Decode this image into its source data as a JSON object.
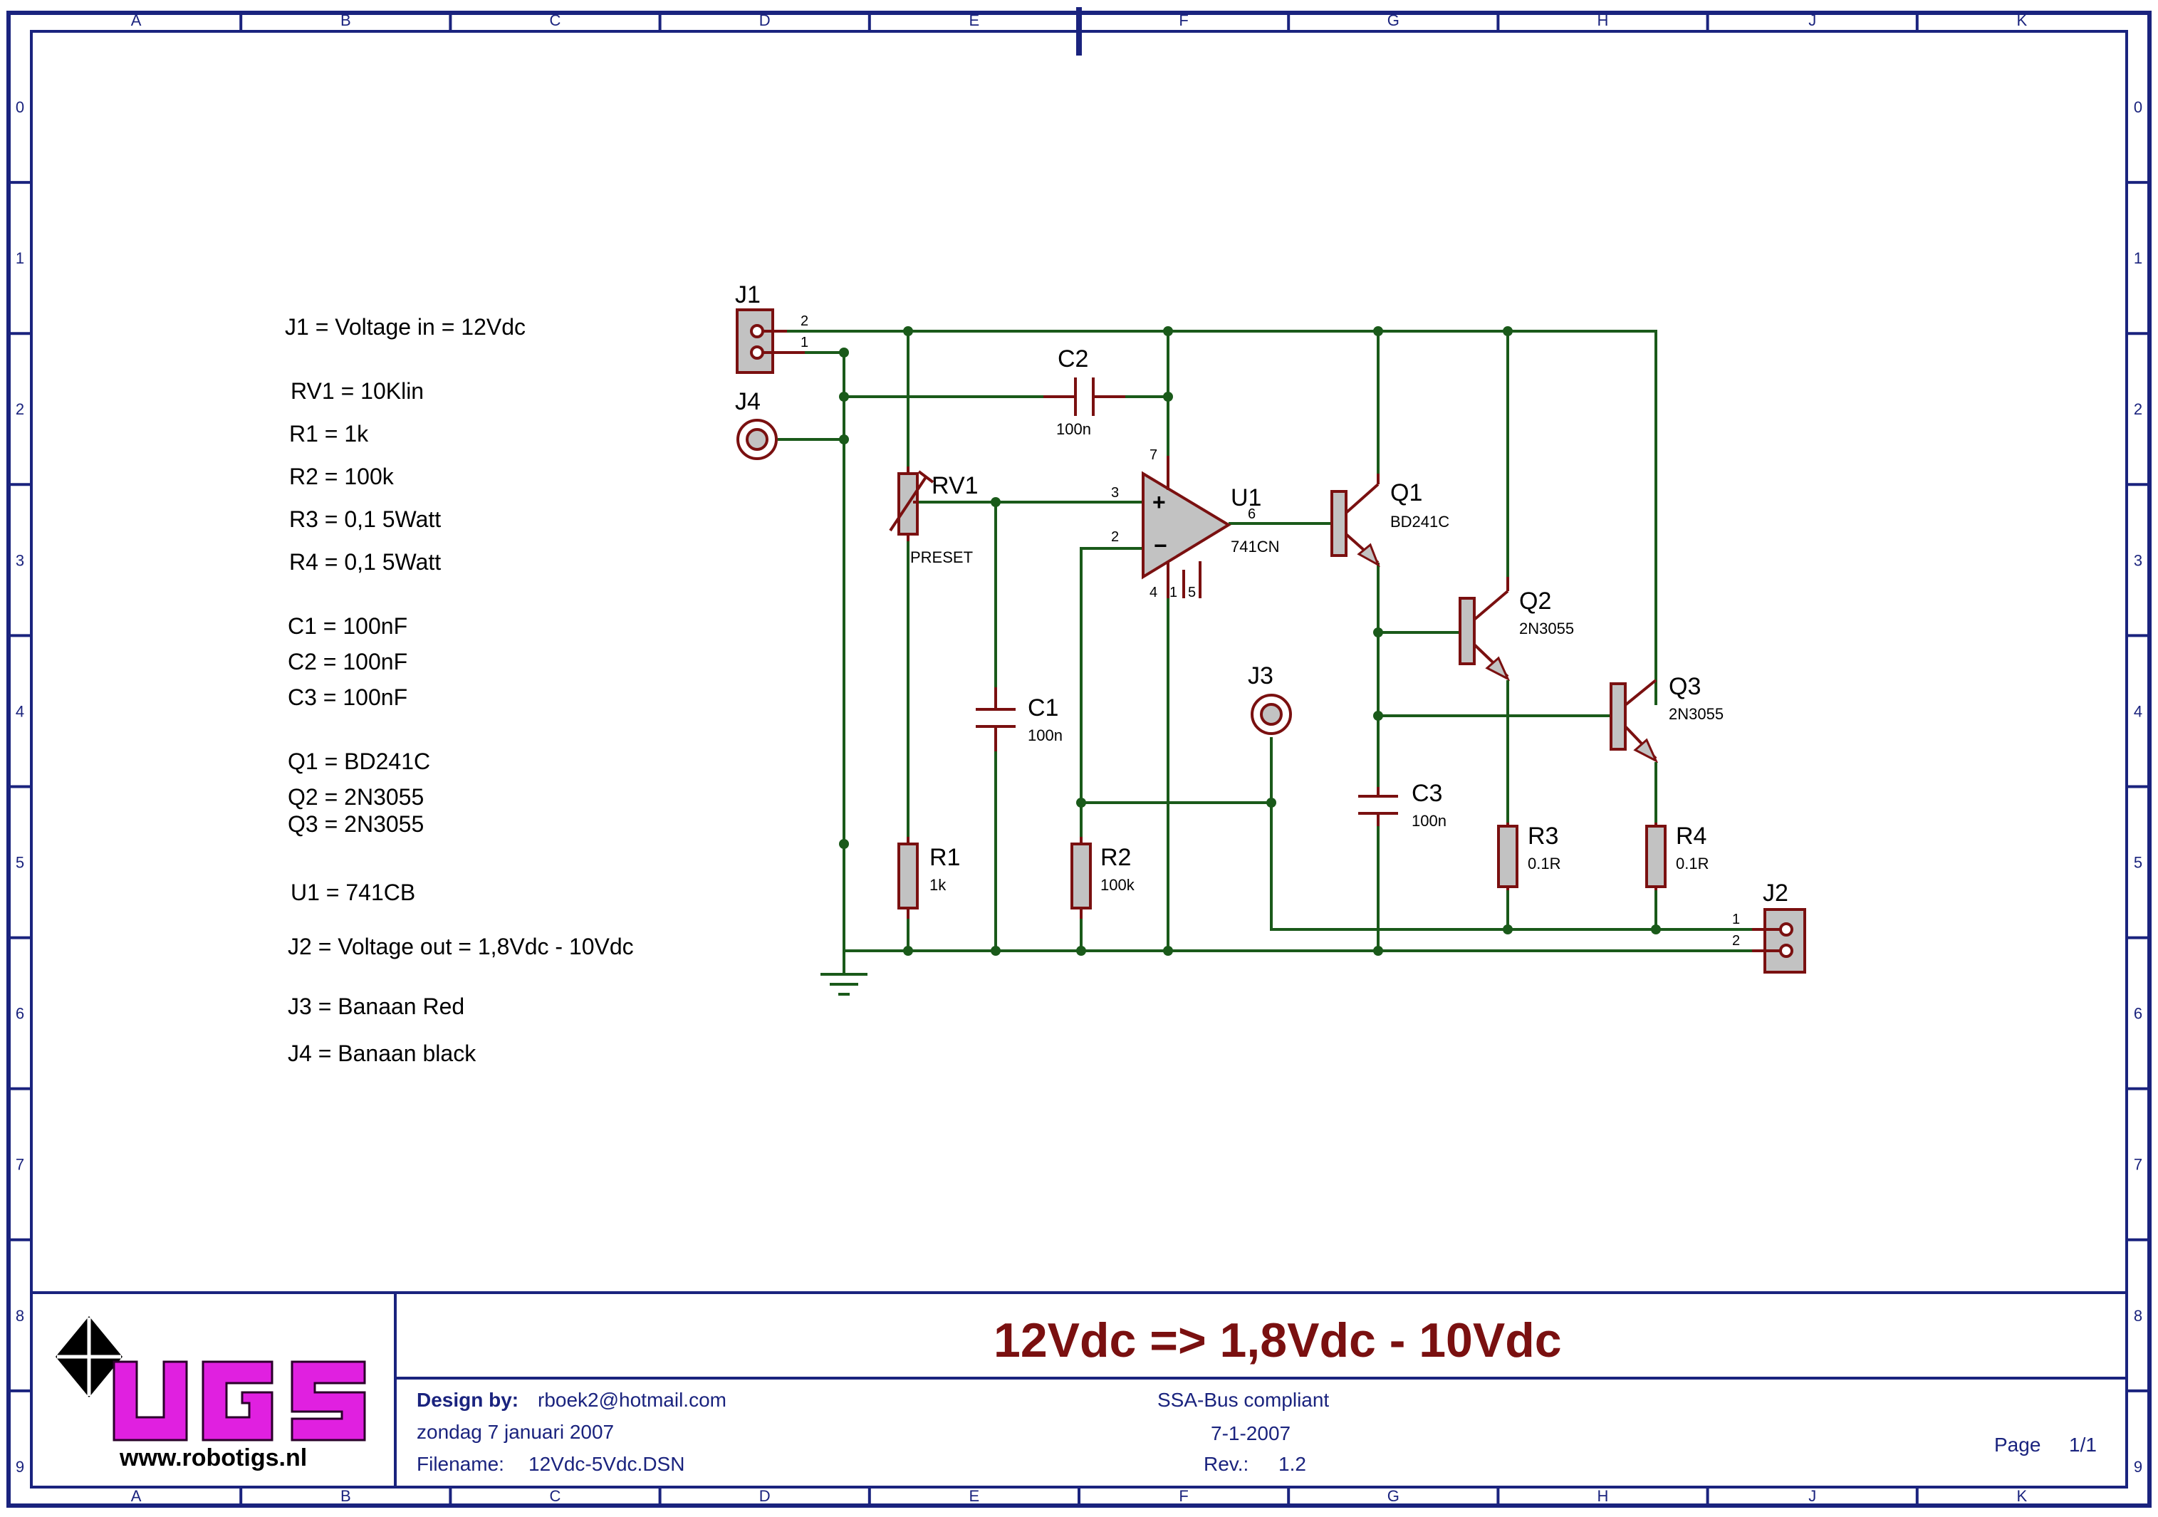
{
  "ruler": {
    "columns": [
      "A",
      "B",
      "C",
      "D",
      "E",
      "F",
      "G",
      "H",
      "J",
      "K"
    ],
    "rows": [
      "0",
      "1",
      "2",
      "3",
      "4",
      "5",
      "6",
      "7",
      "8",
      "9"
    ]
  },
  "notes": [
    "J1 = Voltage in = 12Vdc",
    "RV1 = 10Klin",
    "R1 = 1k",
    "R2 = 100k",
    "R3 = 0,1 5Watt",
    "R4 = 0,1 5Watt",
    "C1 = 100nF",
    "C2 = 100nF",
    "C3 = 100nF",
    "Q1 = BD241C",
    "Q2 = 2N3055",
    "Q3 = 2N3055",
    "U1 = 741CB",
    "J2 = Voltage out = 1,8Vdc - 10Vdc",
    "J3 = Banaan Red",
    "J4 = Banaan black"
  ],
  "components": {
    "J1": {
      "ref": "J1",
      "pin_top": "2",
      "pin_bottom": "1"
    },
    "J2": {
      "ref": "J2",
      "pin_top": "1",
      "pin_bottom": "2"
    },
    "J3": {
      "ref": "J3"
    },
    "J4": {
      "ref": "J4"
    },
    "C2": {
      "ref": "C2",
      "value": "100n"
    },
    "C1": {
      "ref": "C1",
      "value": "100n"
    },
    "C3": {
      "ref": "C3",
      "value": "100n"
    },
    "RV1": {
      "ref": "RV1",
      "value": "PRESET"
    },
    "R1": {
      "ref": "R1",
      "value": "1k"
    },
    "R2": {
      "ref": "R2",
      "value": "100k"
    },
    "R3": {
      "ref": "R3",
      "value": "0.1R"
    },
    "R4": {
      "ref": "R4",
      "value": "0.1R"
    },
    "U1": {
      "ref": "U1",
      "value": "741CN",
      "plus": "+",
      "minus": "−",
      "pins": {
        "p3": "3",
        "p2": "2",
        "p7": "7",
        "p6": "6",
        "p4": "4",
        "p1": "1",
        "p5": "5"
      }
    },
    "Q1": {
      "ref": "Q1",
      "value": "BD241C"
    },
    "Q2": {
      "ref": "Q2",
      "value": "2N3055"
    },
    "Q3": {
      "ref": "Q3",
      "value": "2N3055"
    }
  },
  "title_block": {
    "title": "12Vdc => 1,8Vdc - 10Vdc",
    "design_by_label": "Design by:",
    "design_by": "rboek2@hotmail.com",
    "date_long": "zondag 7 januari 2007",
    "filename_label": "Filename:",
    "filename": "12Vdc-5Vdc.DSN",
    "compliance": "SSA-Bus compliant",
    "date_short": "7-1-2007",
    "rev_label": "Rev.:",
    "rev": "1.2",
    "page_label": "Page",
    "page": "1/1",
    "logo_url": "www.robotigs.nl"
  },
  "colors": {
    "border": "#1a237e",
    "wire": "#1a5a1a",
    "component": "#7a1010",
    "title": "#7a1010",
    "logo_magenta": "#e020e0"
  }
}
